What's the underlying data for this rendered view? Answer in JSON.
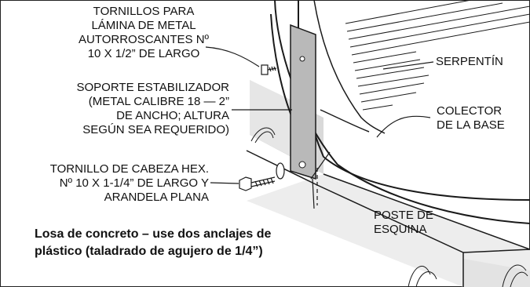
{
  "labels": {
    "screws_sheet_metal": [
      "TORNILLOS PARA",
      "LÁMINA DE METAL",
      "AUTORROSCANTES Nº",
      "10 X 1/2” DE LARGO"
    ],
    "bracket": [
      "SOPORTE ESTABILIZADOR",
      "(METAL CALIBRE 18 — 2”",
      "DE ANCHO; ALTURA",
      "SEGÚN SEA REQUERIDO)"
    ],
    "hex_bolt": [
      "TORNILLO DE CABEZA HEX.",
      "Nº 10 X 1-1/4” DE LARGO Y",
      "ARANDELA PLANA"
    ],
    "coil": "SERPENTÍN",
    "base_pan": [
      "COLECTOR",
      "DE LA BASE"
    ],
    "corner_post": [
      "POSTE DE",
      "ESQUINA"
    ],
    "slab": [
      "Losa de concreto – use dos anclajes de",
      "plástico (taladrado de agujero de 1/4”)"
    ]
  },
  "colors": {
    "line": "#1a1a1a",
    "bracket_fill": "#b9b9b9",
    "slab_top": "#d9d9d9",
    "slab_side": "#ededed"
  }
}
